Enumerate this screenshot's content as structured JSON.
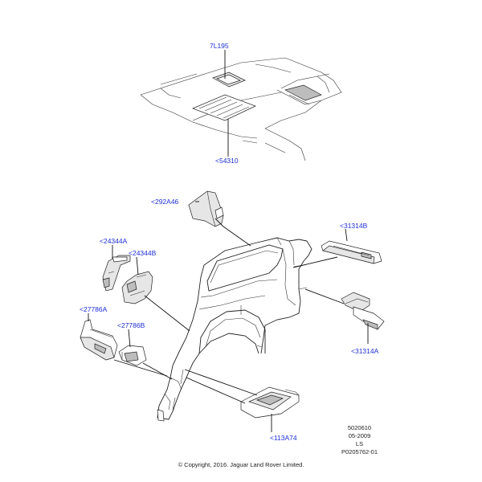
{
  "labels": {
    "7L195": "7L195",
    "54310": "<54310",
    "292A46": "<292A46",
    "31314B": "<31314B",
    "24344A": "<24344A",
    "24344B": "<24344B",
    "27786A": "<27786A",
    "27786B": "<27786B",
    "31314A": "<31314A",
    "113A74": "<113A74"
  },
  "reference": {
    "line1": "5020610",
    "line2": "05-2009",
    "line3": "LS",
    "line4": "P0205762-01"
  },
  "copyright": "© Copyright, 2016. Jaguar Land Rover Limited.",
  "colors": {
    "label": "#1f2fd6",
    "line": "#222222",
    "part_fill": "#e6e6e6"
  }
}
